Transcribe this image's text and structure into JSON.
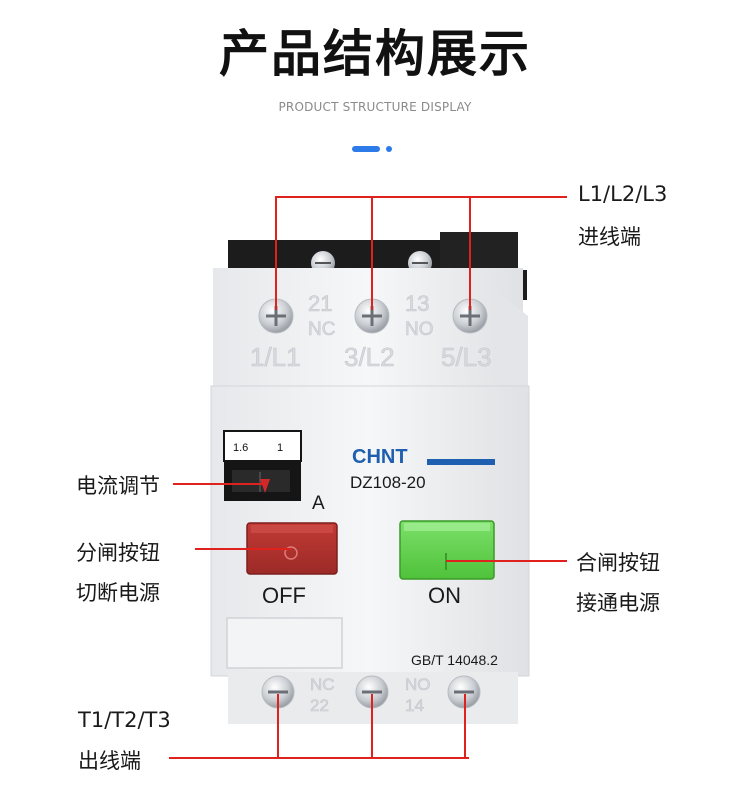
{
  "header": {
    "title": "产品结构展示",
    "subtitle": "PRODUCT STRUCTURE DISPLAY"
  },
  "callouts": {
    "input_terminals": {
      "line1": "L1/L2/L3",
      "line2": "进线端"
    },
    "current_adjust": {
      "line1": "电流调节"
    },
    "off_button": {
      "line1": "分闸按钮",
      "line2": "切断电源"
    },
    "on_button": {
      "line1": "合闸按钮",
      "line2": "接通电源"
    },
    "output_terminals": {
      "line1": "T1/T2/T3",
      "line2": "出线端"
    }
  },
  "device": {
    "brand": "CHNT",
    "model": "DZ108-20",
    "unit_label": "A",
    "dial_labels": [
      "1.6",
      "1"
    ],
    "off_label": "OFF",
    "on_label": "ON",
    "standard": "GB/T 14048.2",
    "top_terminal_labels": [
      "1/L1",
      "3/L2",
      "5/L3"
    ],
    "top_aux_labels": [
      {
        "num": "21",
        "code": "NC"
      },
      {
        "num": "13",
        "code": "NO"
      }
    ],
    "bottom_aux_labels": [
      {
        "code": "NC",
        "num": "22"
      },
      {
        "code": "NO",
        "num": "14"
      }
    ]
  },
  "colors": {
    "accent_blue": "#2d7be8",
    "callout_red": "#e0221e",
    "off_button": "#b5302e",
    "on_button": "#66d14e",
    "brand_blue": "#1f5fb0"
  }
}
